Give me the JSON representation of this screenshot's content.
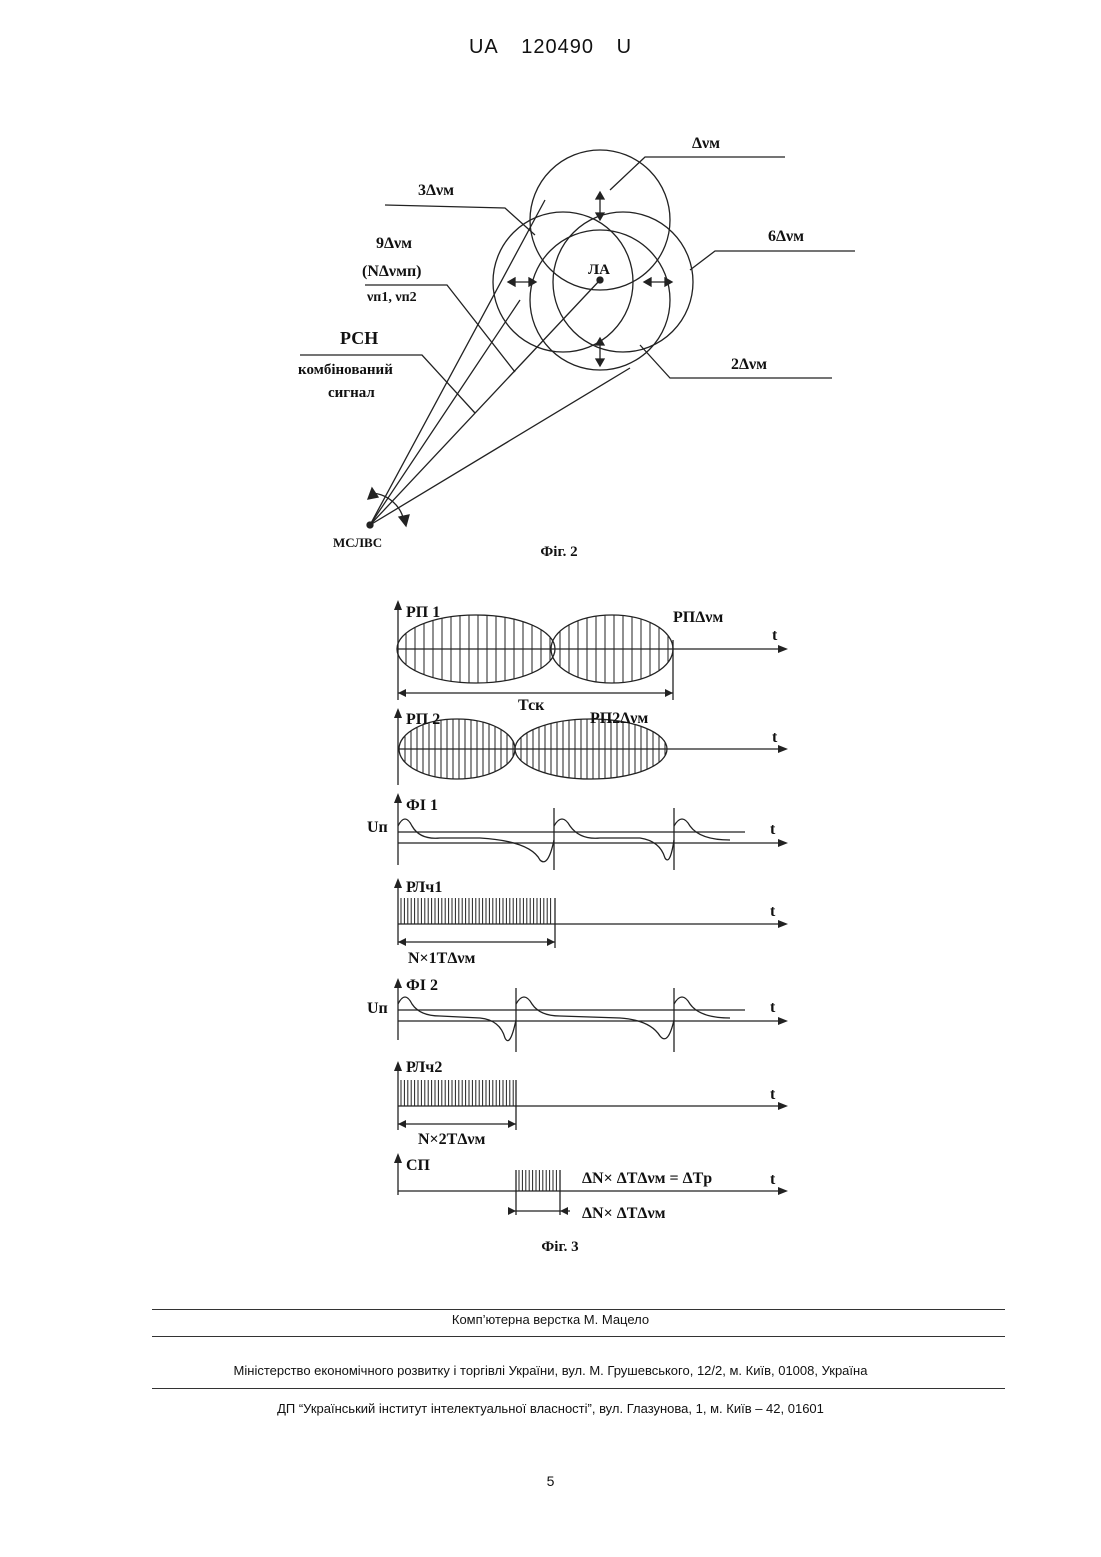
{
  "header": {
    "country": "UA",
    "number": "120490",
    "kind": "U"
  },
  "fig2": {
    "caption": "Фіг. 2",
    "labels": {
      "dv": "Δνм",
      "three_dv": "3Δνм",
      "six_dv": "6Δνм",
      "two_dv": "2Δνм",
      "nine_dv": "9Δνм",
      "n_dv": "(NΔνмп)",
      "vn": "νп1, νп2",
      "rsn": "РСН",
      "combined1": "комбінований",
      "combined2": "сигнал",
      "la": "ЛА",
      "mslvs": "МСЛВС"
    }
  },
  "fig3": {
    "caption": "Фіг. 3",
    "t": "t",
    "un": "Uп",
    "rp1": "РП 1",
    "rp1_dv": "РПΔνм",
    "tsk": "Тск",
    "rp2": "РП 2",
    "rp2_dv": "РП2Δνм",
    "fi1": "ФІ 1",
    "rlch1": "РЛч1",
    "n1": "N×1TΔνм",
    "fi2": "ФІ 2",
    "rlch2": "РЛч2",
    "n2": "N×2TΔνм",
    "sp": "СП",
    "eq": "ΔN× ΔTΔνм = ΔTр",
    "dn": "ΔN× ΔTΔνм"
  },
  "footer": {
    "layout": "Комп’ютерна верстка М. Мацело",
    "ministry": "Міністерство економічного розвитку і торгівлі України, вул. М. Грушевського, 12/2, м. Київ, 01008, Україна",
    "institute": "ДП “Український інститут інтелектуальної власності”, вул. Глазунова, 1, м. Київ – 42, 01601",
    "page": "5"
  }
}
